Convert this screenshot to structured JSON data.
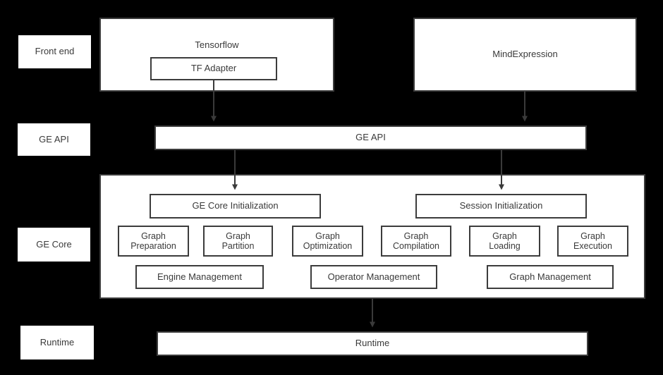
{
  "diagram": {
    "title": "GE architecture layered diagram",
    "background_color": "#000000",
    "box_fill": "#ffffff",
    "box_border": "#3c3c3c",
    "text_color": "#3a3a3a",
    "arrow_color": "#3a3a3a"
  },
  "lane_labels": [
    {
      "id": "front-end",
      "label": "Front end"
    },
    {
      "id": "ge-api",
      "label": "GE API"
    },
    {
      "id": "ge-core",
      "label": "GE Core"
    },
    {
      "id": "runtime",
      "label": "Runtime"
    }
  ],
  "front_end": {
    "tensorflow": {
      "label": "Tensorflow"
    },
    "tf_adapter": {
      "label": "TF Adapter"
    },
    "mindexpression": {
      "label": "MindExpression"
    }
  },
  "ge_api_bar": {
    "label": "GE API"
  },
  "ge_core": {
    "initializers": [
      {
        "id": "ge-core-initialization",
        "label": "GE Core Initialization"
      },
      {
        "id": "session-initialization",
        "label": "Session Initialization"
      }
    ],
    "units": [
      {
        "id": "graph-preparation",
        "label": "Graph\nPreparation"
      },
      {
        "id": "graph-partition",
        "label": "Graph\nPartition"
      },
      {
        "id": "graph-optimization",
        "label": "Graph\nOptimization"
      },
      {
        "id": "graph-compilation",
        "label": "Graph\nCompilation"
      },
      {
        "id": "graph-loading",
        "label": "Graph\nLoading"
      },
      {
        "id": "graph-execution",
        "label": "Graph\nExecution"
      }
    ],
    "management": [
      {
        "id": "engine-management",
        "label": "Engine Management"
      },
      {
        "id": "operator-management",
        "label": "Operator Management"
      },
      {
        "id": "graph-management",
        "label": "Graph Management"
      }
    ]
  },
  "runtime_bar": {
    "label": "Runtime"
  },
  "arrows": [
    {
      "id": "tf-adapter-to-ge-api",
      "from": "tf-adapter",
      "to": "ge-api-bar"
    },
    {
      "id": "mindexpression-to-ge-api",
      "from": "mindexpression",
      "to": "ge-api-bar"
    },
    {
      "id": "ge-api-to-ge-core-initialization",
      "from": "ge-api-bar",
      "to": "ge-core-initialization"
    },
    {
      "id": "ge-api-to-session-initialization",
      "from": "ge-api-bar",
      "to": "session-initialization"
    },
    {
      "id": "ge-core-to-runtime",
      "from": "ge-core-panel",
      "to": "runtime-bar"
    }
  ]
}
